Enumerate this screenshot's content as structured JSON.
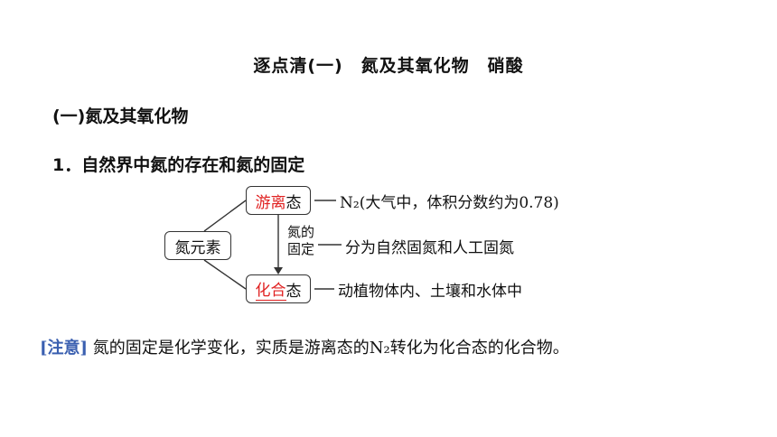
{
  "title": "逐点清(一)　氮及其氧化物　硝酸",
  "section_heading": "(一)氮及其氧化物",
  "item_heading": "1．自然界中氮的存在和氮的固定",
  "diagram": {
    "youli_red": "游离",
    "youli_suffix": "态",
    "element": "氮元素",
    "huahe_red": "化合",
    "huahe_suffix": "态",
    "fix_line1": "氮的",
    "fix_line2": "固定",
    "desc_top": "N₂(大气中，体积分数约为0.78)",
    "desc_mid": "分为自然固氮和人工固氮",
    "desc_bot": "动植物体内、土壤和水体中"
  },
  "note": {
    "tag": "[注意]",
    "text": "氮的固定是化学变化，实质是游离态的N₂转化为化合态的化合物。"
  }
}
